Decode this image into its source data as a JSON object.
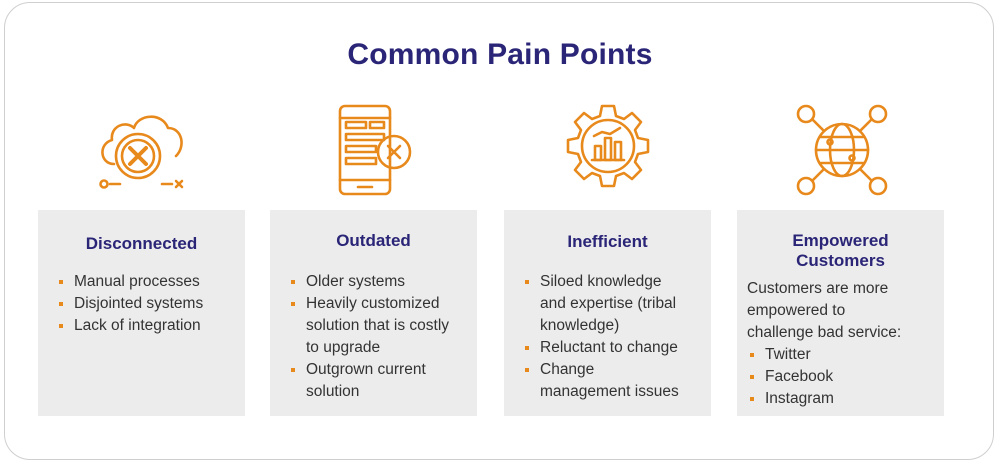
{
  "title": "Common Pain Points",
  "colors": {
    "title": "#2a2577",
    "accent": "#e8891c",
    "card_bg": "#ececec"
  },
  "cards": [
    {
      "icon": "cloud-x-icon",
      "title_lines": [
        "Disconnected"
      ],
      "intro": [],
      "items": [
        "Manual processes",
        "Disjointed systems",
        "Lack of integration"
      ]
    },
    {
      "icon": "outdated-device-icon",
      "title_lines": [
        "Outdated"
      ],
      "intro": [],
      "items": [
        [
          "Older systems"
        ],
        [
          "Heavily customized",
          "solution that is costly",
          "to upgrade"
        ],
        [
          "Outgrown current",
          "solution"
        ]
      ]
    },
    {
      "icon": "gear-chart-icon",
      "title_lines": [
        "Inefficient"
      ],
      "intro": [],
      "items": [
        [
          "Siloed knowledge",
          "and expertise (tribal",
          "knowledge)"
        ],
        [
          "Reluctant to change"
        ],
        [
          "Change",
          "management issues"
        ]
      ]
    },
    {
      "icon": "globe-network-icon",
      "title_lines": [
        "Empowered",
        "Customers"
      ],
      "intro": [
        "Customers are more",
        "empowered to",
        "challenge bad service:"
      ],
      "items": [
        "Twitter",
        "Facebook",
        "Instagram"
      ]
    }
  ]
}
